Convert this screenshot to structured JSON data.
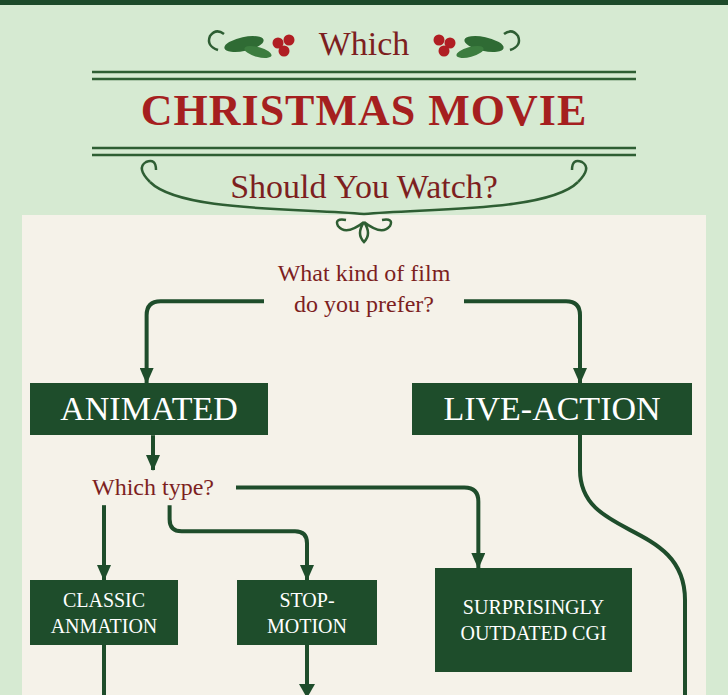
{
  "diagram": {
    "title": "CHRISTMAS MOVIE",
    "nodes": [
      {
        "text": [
          "What kind of film do you prefer?"
        ]
      },
      {
        "text": [
          "ANIMATED"
        ]
      },
      {
        "text": [
          "LIVE-ACTION"
        ]
      },
      {
        "text": [
          "Which type?"
        ]
      },
      {
        "text": [
          "CLASSIC ANMATION"
        ]
      },
      {
        "text": [
          "STOP- MOTION"
        ]
      },
      {
        "text": [
          "SURPRISINGLY OUTDATED CGI"
        ]
      }
    ],
    "edges": [
      {
        "from": 0,
        "to": 1,
        "arrow": "to"
      },
      {
        "from": 0,
        "to": 2,
        "arrow": "to"
      },
      {
        "from": 1,
        "to": 3,
        "arrow": "to"
      },
      {
        "from": 3,
        "to": 4,
        "arrow": "to"
      },
      {
        "from": 3,
        "to": 5,
        "arrow": "to"
      },
      {
        "from": 3,
        "to": 6,
        "arrow": "to"
      }
    ],
    "labels": [
      "Which",
      "Should You Watch?"
    ]
  }
}
